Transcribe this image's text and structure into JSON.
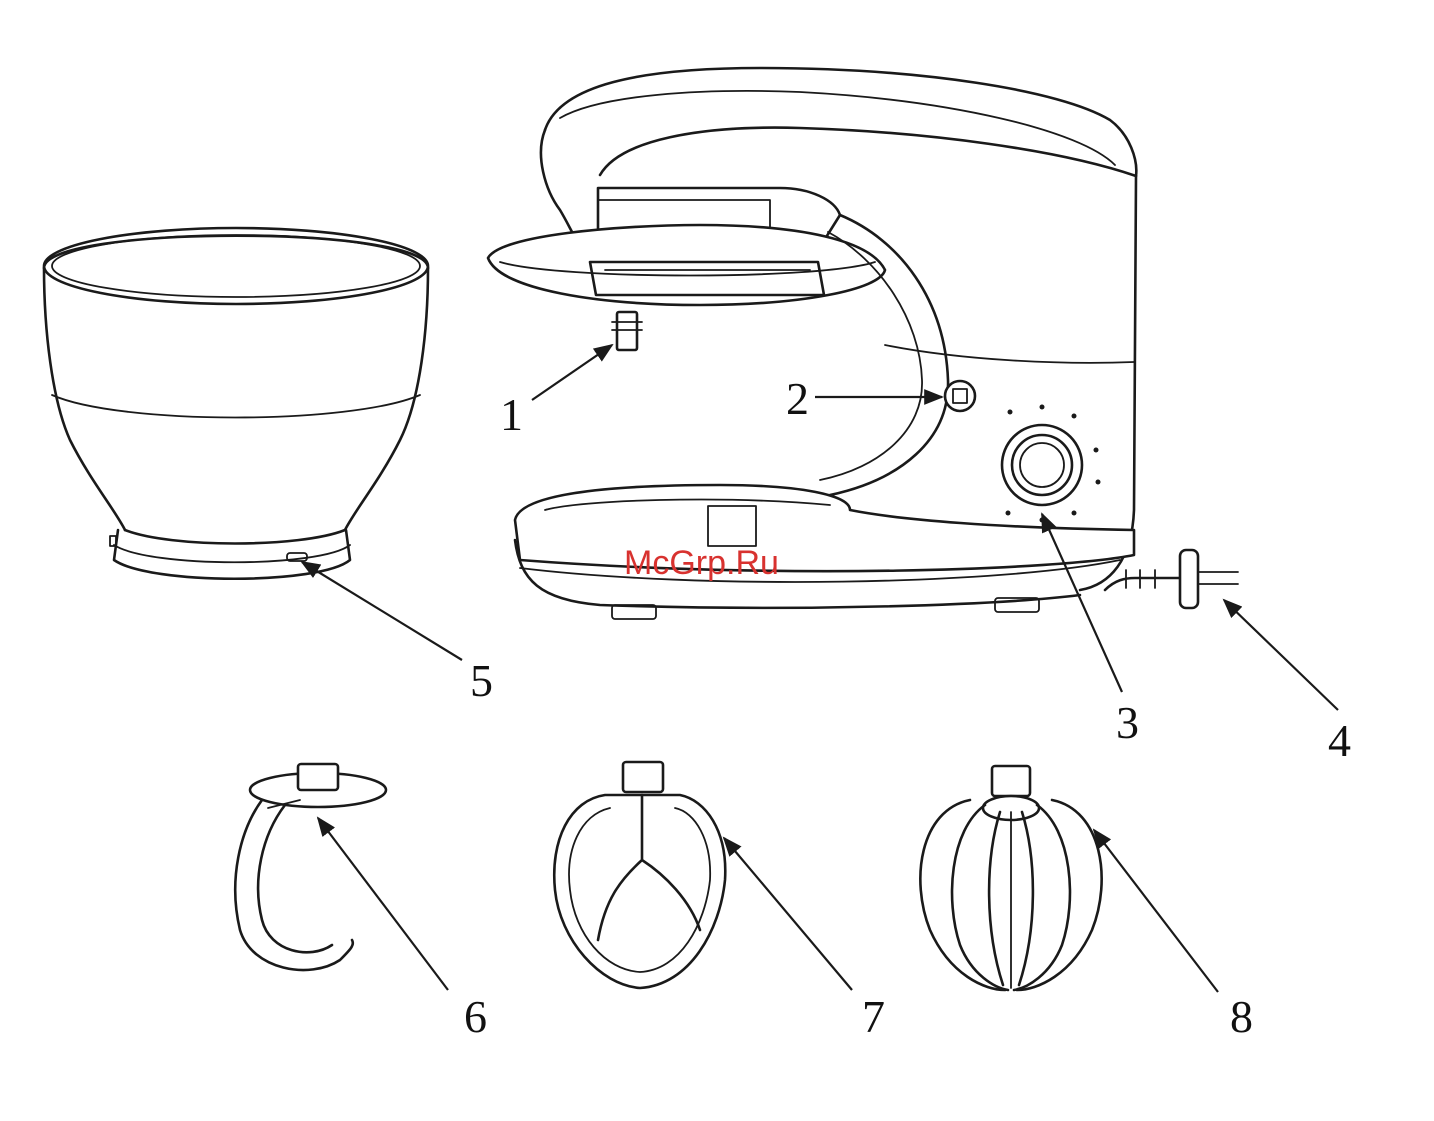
{
  "watermark": "McGrp.Ru",
  "callouts": [
    {
      "id": "1",
      "label": "1"
    },
    {
      "id": "2",
      "label": "2"
    },
    {
      "id": "3",
      "label": "3"
    },
    {
      "id": "4",
      "label": "4"
    },
    {
      "id": "5",
      "label": "5"
    },
    {
      "id": "6",
      "label": "6"
    },
    {
      "id": "7",
      "label": "7"
    },
    {
      "id": "8",
      "label": "8"
    }
  ],
  "colors": {
    "line": "#1a1a1a",
    "watermark": "#d8322f",
    "background": "#ffffff"
  }
}
